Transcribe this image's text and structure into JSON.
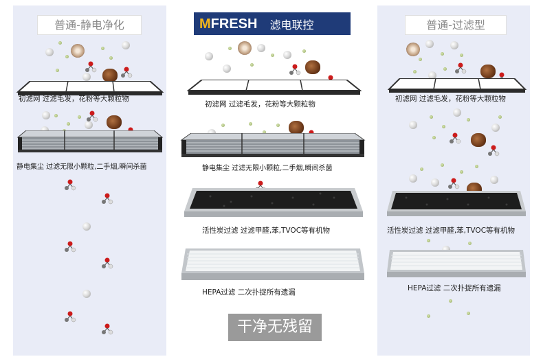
{
  "left": {
    "title": "普通-静电净化",
    "caption_1": "初滤网  过滤毛发，花粉等大颗粒物",
    "caption_2": "静电集尘 过滤无限小颗粒,二手烟,瞬间杀菌"
  },
  "middle": {
    "brand_logo": "FRESH",
    "brand_mark": "M",
    "brand_subtitle": "滤电联控",
    "caption_1": "初滤网  过滤毛发，花粉等大颗粒物",
    "caption_2": "静电集尘 过滤无限小颗粒,二手烟,瞬间杀菌",
    "caption_3": "活性炭过滤 过滤甲醛,苯,TVOC等有机物",
    "caption_4": "HEPA过滤   二次扑捉所有遗漏",
    "result": "干净无残留"
  },
  "right": {
    "title": "普通-过滤型",
    "caption_1": "初滤网  过滤毛发，花粉等大颗粒物",
    "caption_2": "活性炭过滤 过滤甲醛,苯,TVOC等有机物",
    "caption_3": "HEPA过滤   二次扑捉所有遗漏"
  }
}
